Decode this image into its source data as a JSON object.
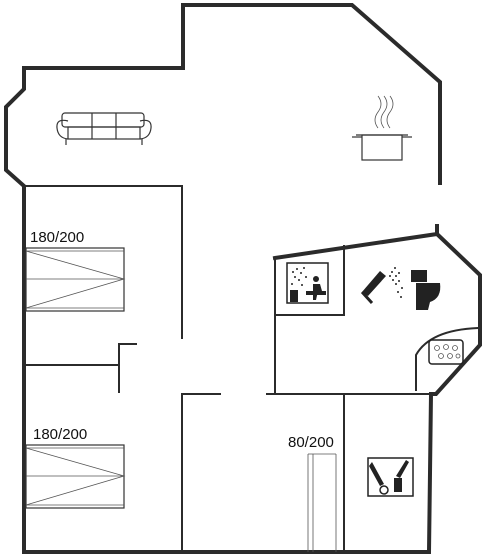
{
  "beds": {
    "bed1_label": "180/200",
    "bed2_label": "180/200",
    "bed3_label": "80/200"
  },
  "icons": [
    "sofa-icon",
    "cooking-pot-icon",
    "sauna-icon",
    "shower-icon",
    "toilet-icon",
    "whirlpool-icon",
    "utility-room-icon"
  ]
}
